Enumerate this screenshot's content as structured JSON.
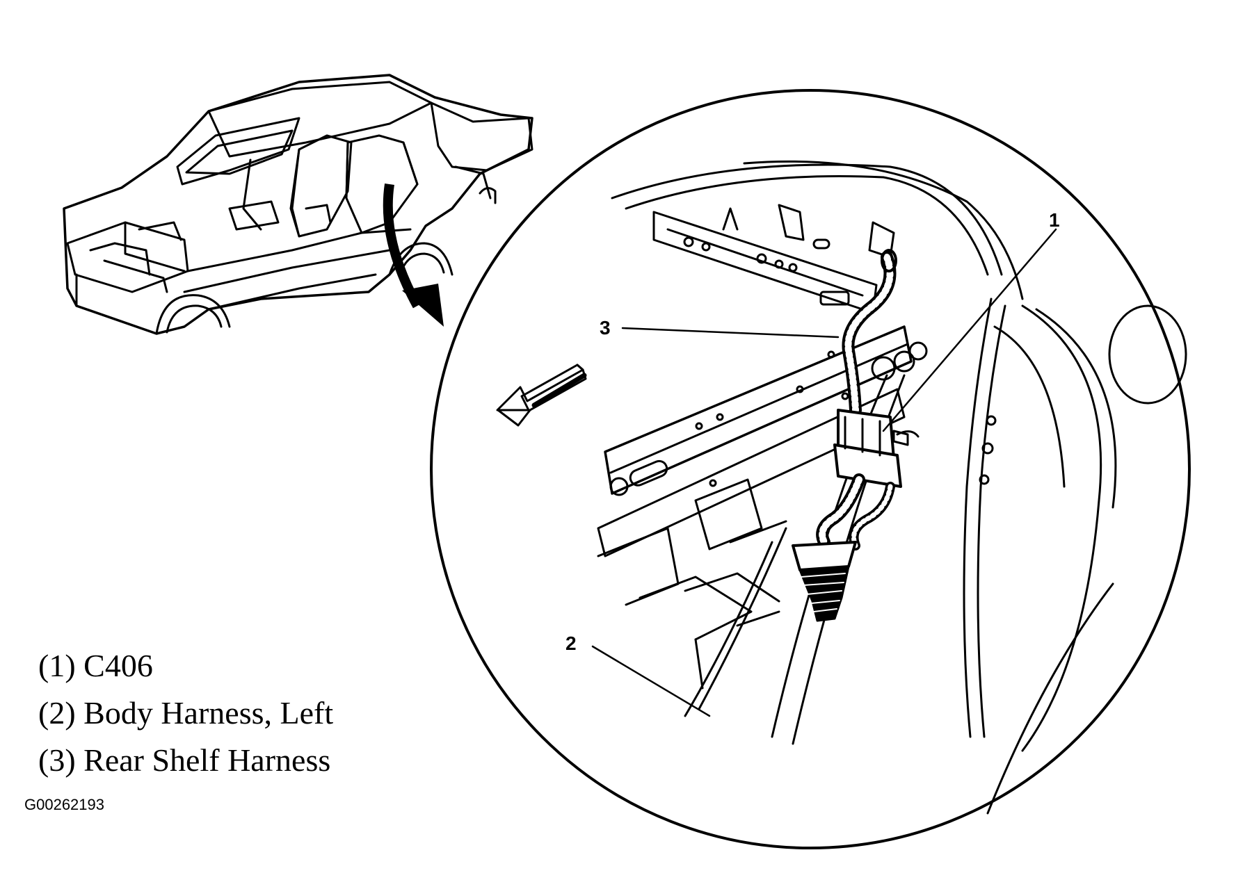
{
  "diagram": {
    "callouts": [
      "1",
      "2",
      "3"
    ],
    "legend": [
      "(1) C406",
      "(2) Body Harness, Left",
      "(3) Rear Shelf Harness"
    ],
    "figure_id": "G00262193",
    "line_color": "#000000",
    "background_color": "#ffffff"
  }
}
